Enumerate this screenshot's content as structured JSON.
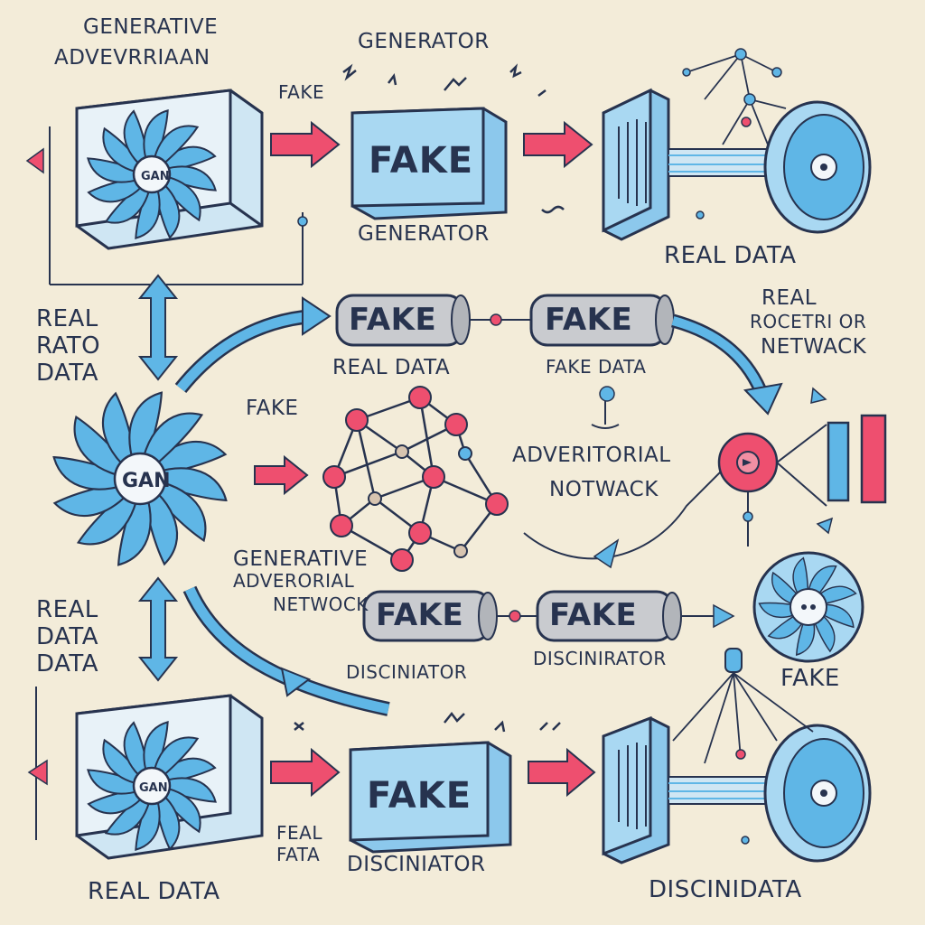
{
  "colors": {
    "background": "#f3ecd9",
    "ink": "#27334f",
    "blue": "#5fb6e6",
    "light_blue": "#a9d8f2",
    "red": "#ee4f6f",
    "grey_pill": "#c9cbcf"
  },
  "labels": {
    "title_line1": "GENERATIVE",
    "title_line2": "ADVEVRRIAAN",
    "top_generator": "GENERATOR",
    "top_fake_small": "FAKE",
    "box_fake_top": "FAKE",
    "generator_below": "GENERATOR",
    "real_data_top_right": "REAL DATA",
    "left_real": "REAL",
    "left_rato": "RATO",
    "left_data": "DATA",
    "fan_gan": "GAN",
    "pill1": "FAKE",
    "pill2": "FAKE",
    "pill_real_data": "REAL DATA",
    "pill_fake_data": "FAKE DATA",
    "right_real": "REAL",
    "right_rocetrior": "ROCETRI OR",
    "right_netwack": "NETWACK",
    "mid_fake": "FAKE",
    "adv_line1": "ADVERITORIAL",
    "adv_line2": "NOTWACK",
    "gen_adv_line1": "GENERATIVE",
    "gen_adv_line2": "ADVERORIAL",
    "gen_adv_line3": "NETWOCK",
    "pill3": "FAKE",
    "pill4": "FAKE",
    "disc_mid1": "DISCINIATOR",
    "disc_mid2": "DISCINIRATOR",
    "fake_right": "FAKE",
    "left_real2": "REAL",
    "left_data2a": "DATA",
    "left_data2b": "DATA",
    "box_fake_bottom": "FAKE",
    "feal": "FEAL",
    "fata": "FATA",
    "disc_bottom": "DISCINIATOR",
    "real_data_bottom": "REAL DATA",
    "discini_data": "DISCINIDATA"
  }
}
